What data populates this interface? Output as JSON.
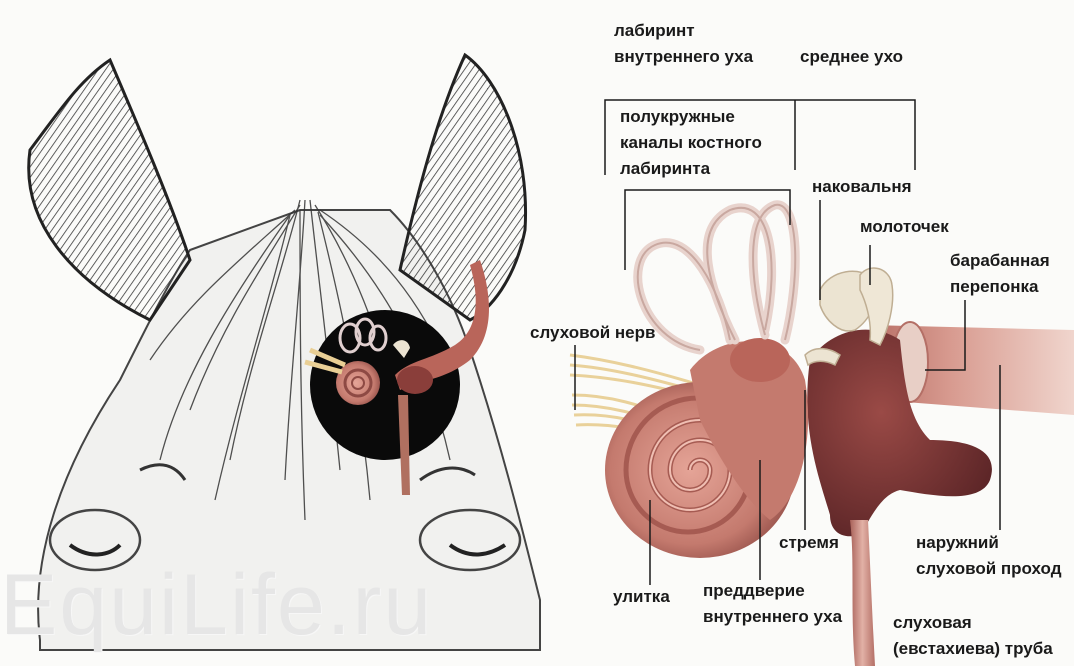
{
  "watermark": "EquiLife.ru",
  "labels": {
    "inner_ear_labyrinth": "лабиринт\nвнутреннего уха",
    "middle_ear": "среднее ухо",
    "semicircular_canals": "полукружные\nканалы костного\nлабиринта",
    "incus": "наковальня",
    "malleus": "молоточек",
    "eardrum": "барабанная\nперепонка",
    "auditory_nerve": "слуховой нерв",
    "stapes": "стремя",
    "external_canal": "наружний\nслуховой проход",
    "cochlea": "улитка",
    "vestibule": "преддверие\nвнутреннего уха",
    "eustachian_tube": "слуховая\n(евстахиева) труба"
  },
  "colors": {
    "flesh": "#c98478",
    "flesh_dark": "#8a3e3a",
    "bone": "#ece4d2",
    "nerve": "#e9cf95",
    "ink": "#1a1a1a"
  }
}
